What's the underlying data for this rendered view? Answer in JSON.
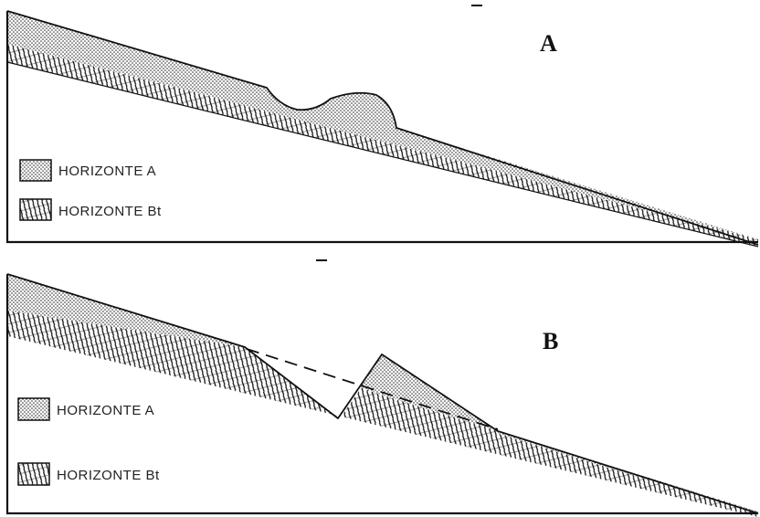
{
  "panels": [
    {
      "id": "A",
      "label": "A",
      "legend": [
        {
          "pattern": "dots",
          "label": "HORIZONTE A"
        },
        {
          "pattern": "hatch",
          "label": "HORIZONTE Bt"
        }
      ]
    },
    {
      "id": "B",
      "label": "B",
      "legend": [
        {
          "pattern": "dots",
          "label": "HORIZONTE A"
        },
        {
          "pattern": "hatch",
          "label": "HORIZONTE Bt"
        }
      ]
    }
  ],
  "colors": {
    "ink": "#111111",
    "paper": "#ffffff",
    "dots": "#2a2a2a"
  }
}
